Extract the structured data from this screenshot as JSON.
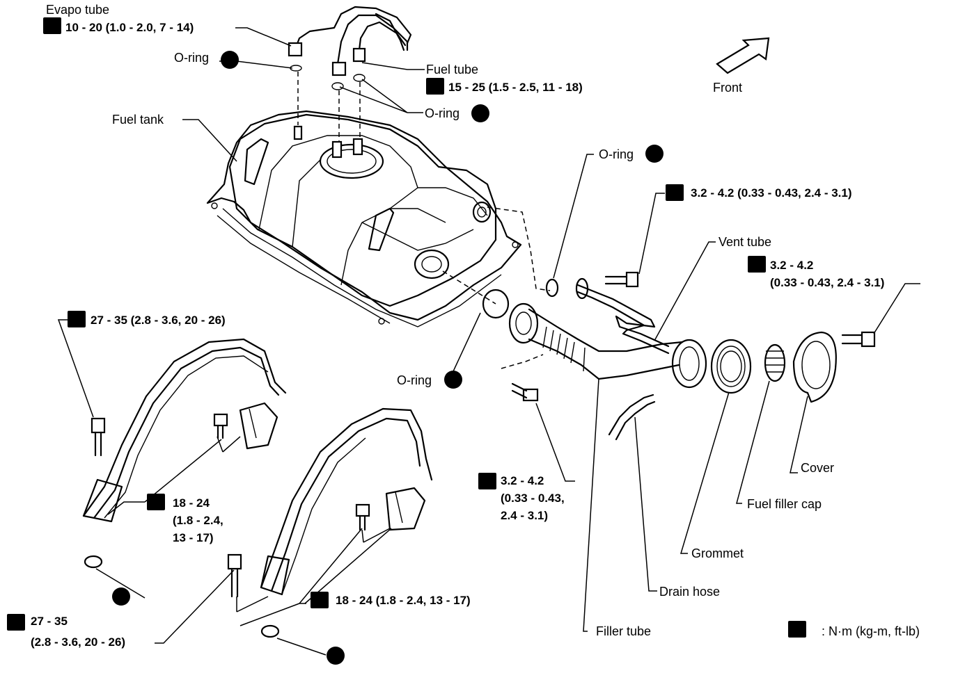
{
  "labels": {
    "evapo_tube": "Evapo tube",
    "evapo_tube_torque": "10 - 20 (1.0 - 2.0, 7 - 14)",
    "o_ring": "O-ring",
    "fuel_tube": "Fuel tube",
    "fuel_tube_torque": "15 - 25 (1.5 - 2.5, 11 - 18)",
    "fuel_tank": "Fuel tank",
    "front": "Front",
    "cover_bolt_torque": "3.2 - 4.2 (0.33 - 0.43, 2.4 - 3.1)",
    "vent_tube": "Vent tube",
    "cover_torque_line1": "3.2 - 4.2",
    "cover_torque_line2": "(0.33 - 0.43, 2.4 - 3.1)",
    "strap_torque_upper": "27 - 35 (2.8 - 3.6, 20 - 26)",
    "bracket_torque_line1": "18 - 24",
    "bracket_torque_line2": "(1.8 - 2.4,",
    "bracket_torque_line3": "13 - 17)",
    "filler_torque_line1": "3.2 - 4.2",
    "filler_torque_line2": "(0.33 - 0.43,",
    "filler_torque_line3": "2.4 - 3.1)",
    "cover": "Cover",
    "fuel_filler_cap": "Fuel filler cap",
    "grommet": "Grommet",
    "drain_hose": "Drain hose",
    "filler_tube": "Filler tube",
    "bracket_torque_lower": "18 - 24 (1.8 - 2.4, 13 - 17)",
    "strap_torque_lower_line1": "27 - 35",
    "strap_torque_lower_line2": "(2.8 - 3.6, 20 - 26)",
    "legend_units": ": N·m (kg-m, ft-lb)"
  },
  "icons": {
    "torque": "torque-wrench-icon",
    "replace": "do-not-reuse-x-icon",
    "front_arrow": "front-arrow-icon"
  }
}
